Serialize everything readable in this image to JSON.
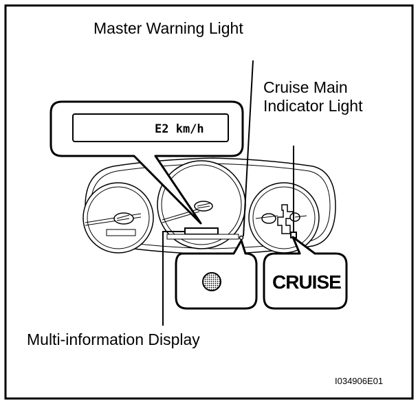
{
  "labels": {
    "master_warning": "Master Warning Light",
    "cruise_main_line1": "Cruise Main",
    "cruise_main_line2": "Indicator Light",
    "multi_info_display": "Multi-information Display",
    "figure_code": "I034906E01"
  },
  "display": {
    "readout": "E2 km/h"
  },
  "indicator": {
    "cruise_text": "CRUISE"
  }
}
